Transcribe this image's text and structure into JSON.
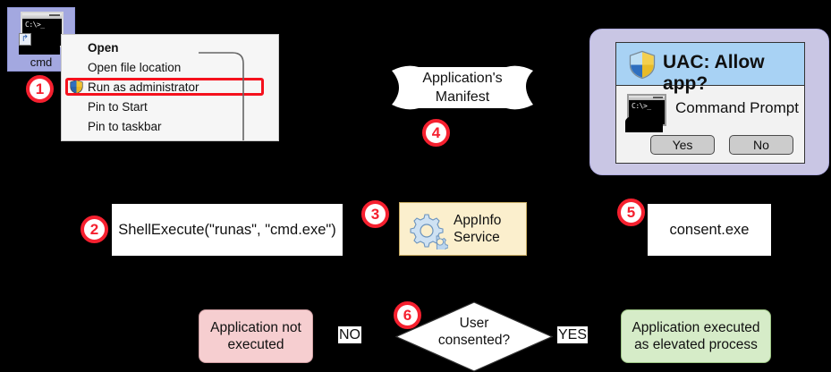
{
  "desktop_icon": {
    "label": "cmd",
    "prompt_text": "C:\\>_",
    "icon": "cmd-console-icon"
  },
  "context_menu": {
    "items": [
      {
        "label": "Open",
        "bold": true,
        "has_shield": false
      },
      {
        "label": "Open file location",
        "bold": false,
        "has_shield": false
      },
      {
        "label": "Run as administrator",
        "bold": false,
        "has_shield": true,
        "highlighted": true
      },
      {
        "label": "Pin to Start",
        "bold": false,
        "has_shield": false
      },
      {
        "label": "Pin to taskbar",
        "bold": false,
        "has_shield": false
      }
    ]
  },
  "nodes": {
    "shellexecute": "ShellExecute(\"runas\", \"cmd.exe\")",
    "appinfo_line1": "AppInfo",
    "appinfo_line2": "Service",
    "consent": "consent.exe",
    "manifest_line1": "Application's",
    "manifest_line2": "Manifest",
    "decision_line1": "User",
    "decision_line2": "consented?",
    "not_executed_line1": "Application not",
    "not_executed_line2": "executed",
    "elevated_line1": "Application executed",
    "elevated_line2": "as elevated process"
  },
  "edge_labels": {
    "no": "NO",
    "yes": "YES"
  },
  "uac_dialog": {
    "title": "UAC: Allow app?",
    "app_name": "Command Prompt",
    "prompt_text": "C:\\>_",
    "yes_label": "Yes",
    "no_label": "No",
    "shield_icon": "uac-shield-icon"
  },
  "badges": {
    "b1": "1",
    "b2": "2",
    "b3": "3",
    "b4": "4",
    "b5": "5",
    "b6": "6"
  },
  "colors": {
    "background": "#000000",
    "badge_red": "#f5202f",
    "highlight_red": "#f5111d",
    "appinfo_bg": "#fbefcd",
    "not_executed_bg": "#f6ced0",
    "elevated_bg": "#d6ecc8",
    "uac_outer_bg": "#c9c6e4",
    "uac_title_bg": "#a8d2f4",
    "selection_bg": "#a3a8e0"
  }
}
